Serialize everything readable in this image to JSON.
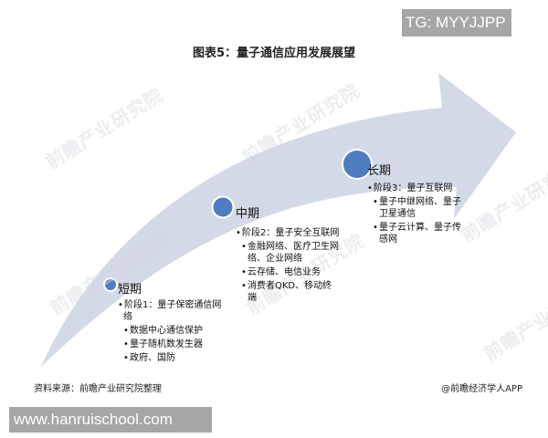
{
  "overlay": {
    "top_badge": "TG: MYYJJPP",
    "bottom_badge": "www.hanruischool.com"
  },
  "title": "图表5：量子通信应用发展展望",
  "watermark": "前瞻产业研究院",
  "colors": {
    "arrow_fill": "#d3d9e6",
    "node_fill": "#4f7ec0",
    "node_ring": "#ffffff"
  },
  "stages": [
    {
      "label": "短期",
      "heading": "阶段1：量子保密通信网络",
      "items": [
        "数据中心通信保护",
        "量子随机数发生器",
        "政府、国防"
      ]
    },
    {
      "label": "中期",
      "heading": "阶段2：量子安全互联网",
      "items": [
        "金融网络、医疗卫生网络、企业网络",
        "云存储、电信业务",
        "消费者QKD、移动终端"
      ]
    },
    {
      "label": "长期",
      "heading": "阶段3：量子互联网",
      "items": [
        "量子中继网络、量子卫星通信",
        "量子云计算、量子传感网"
      ]
    }
  ],
  "footer": {
    "source": "资料来源：前瞻产业研究院整理",
    "credit": "@前瞻经济学人APP"
  }
}
